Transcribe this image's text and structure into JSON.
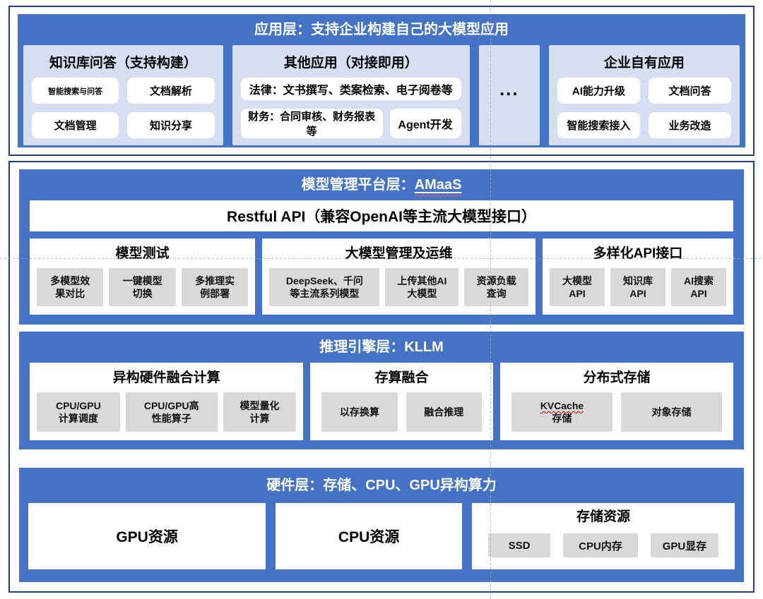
{
  "colors": {
    "layer_blue": "#4472C4",
    "frame_border": "#24417E",
    "panel_light": "#D7DEF1",
    "chip_gray": "#D9D9D9",
    "chip_white": "#FFFFFF",
    "squiggle_red": "#C00000"
  },
  "app": {
    "title": "应用层：支持企业构建自己的大模型应用",
    "kb": {
      "title": "知识库问答（支持构建）",
      "items": [
        "智能搜索与问答",
        "文档解析",
        "文档管理",
        "知识分享"
      ]
    },
    "other": {
      "title": "其他应用（对接即用）",
      "row1": "法律：文书撰写、类案检索、电子阅卷等",
      "row2a": "财务：合同审核、财务报表等",
      "row2b": "Agent开发"
    },
    "dots": "...",
    "own": {
      "title": "企业自有应用",
      "items": [
        "AI能力升级",
        "文档问答",
        "智能搜索接入",
        "业务改造"
      ]
    }
  },
  "amaas": {
    "title_prefix": "模型管理平台层：",
    "title_highlight": "AMaaS",
    "api_bar": "Restful API（兼容OpenAI等主流大模型接口）",
    "boxes": [
      {
        "title": "模型测试",
        "items": [
          "多模型效\n果对比",
          "一键模型\n切换",
          "多推理实\n例部署"
        ]
      },
      {
        "title": "大模型管理及运维",
        "items": [
          "DeepSeek、千问\n等主流系列模型",
          "上传其他AI\n大模型",
          "资源负载\n查询"
        ]
      },
      {
        "title": "多样化API接口",
        "items": [
          "大模型\nAPI",
          "知识库\nAPI",
          "AI搜索\nAPI"
        ]
      }
    ]
  },
  "kllm": {
    "title": "推理引擎层：KLLM",
    "boxes": [
      {
        "title": "异构硬件融合计算",
        "items": [
          "CPU/GPU\n计算调度",
          "CPU/GPU高\n性能算子",
          "模型量化\n计算"
        ]
      },
      {
        "title": "存算融合",
        "items": [
          "以存换算",
          "融合推理"
        ]
      },
      {
        "title": "分布式存储",
        "kvcache": {
          "line1": "KVCache",
          "line2": "存储"
        },
        "item2": "对象存储"
      }
    ]
  },
  "hw": {
    "title": "硬件层：存储、CPU、GPU异构算力",
    "gpu": "GPU资源",
    "cpu": "CPU资源",
    "storage": {
      "title": "存储资源",
      "items": [
        "SSD",
        "CPU内存",
        "GPU显存"
      ]
    }
  }
}
